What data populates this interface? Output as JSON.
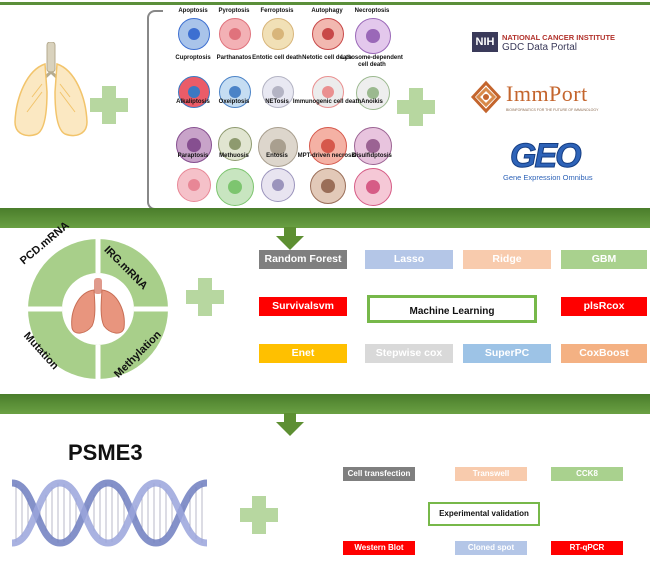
{
  "section1": {
    "cell_types": [
      {
        "label": "Apoptosis",
        "color": "#a9c4ea",
        "nucleus": "#3d6fd1"
      },
      {
        "label": "Pyroptosis",
        "color": "#f3b1b5",
        "nucleus": "#e0727c"
      },
      {
        "label": "Ferroptosis",
        "color": "#f1e0b6",
        "nucleus": "#d8b57a"
      },
      {
        "label": "Autophagy",
        "color": "#f2b8b0",
        "nucleus": "#c84848"
      },
      {
        "label": "Necroptosis",
        "color": "#e3c8ec",
        "nucleus": "#9a68b8"
      },
      {
        "label": "Cuproptosis",
        "color": "#eb5c68",
        "nucleus": "#3c79c2"
      },
      {
        "label": "Parthanatos",
        "color": "#c5ddf2",
        "nucleus": "#4b83c7"
      },
      {
        "label": "Entotic cell death",
        "color": "#e8e8f2",
        "nucleus": "#b4b4c4"
      },
      {
        "label": "Netotic cell death",
        "color": "#ececec",
        "nucleus": "#ea9090"
      },
      {
        "label": "Lysosome-dependent cell death",
        "color": "#eeeeee",
        "nucleus": "#9bb98f"
      },
      {
        "label": "Alkaliptosis",
        "color": "#c8a3c9",
        "nucleus": "#864f90"
      },
      {
        "label": "Oxeiptosis",
        "color": "#e1e5d1",
        "nucleus": "#8e9a6f"
      },
      {
        "label": "NETosis",
        "color": "#ddd6cc",
        "nucleus": "#a99f8f"
      },
      {
        "label": "Immunogenic cell death",
        "color": "#f4b1a4",
        "nucleus": "#d6584b"
      },
      {
        "label": "Anoikis",
        "color": "#e8c4de",
        "nucleus": "#9b6393"
      },
      {
        "label": "Paraptosis",
        "color": "#f5c1c9",
        "nucleus": "#e88796"
      },
      {
        "label": "Methuosis",
        "color": "#c8e5c0",
        "nucleus": "#7dc56f"
      },
      {
        "label": "Entosis",
        "color": "#e8e4f0",
        "nucleus": "#9b94bc"
      },
      {
        "label": "MPT-driven necrosis",
        "color": "#e2c9b8",
        "nucleus": "#9a6e58"
      },
      {
        "label": "Disulfidptosis",
        "color": "#f5c8d6",
        "nucleus": "#d65c86"
      }
    ],
    "logos": {
      "nih": "NIH",
      "nci_line1": "NATIONAL CANCER INSTITUTE",
      "nci_line2": "GDC Data Portal",
      "immport": "ImmPort",
      "immport_tagline": "BIOINFORMATICS FOR THE FUTURE OF IMMUNOLOGY",
      "geo": "GEO",
      "geo_caption": "Gene Expression Omnibus"
    }
  },
  "section2": {
    "quadrants": [
      "PCD.mRNA",
      "IRG.mRNA",
      "Mutation",
      "Methylation"
    ],
    "center_label": "Machine Learning",
    "methods": [
      {
        "label": "Random Forest",
        "color": "#7f7f7f"
      },
      {
        "label": "Lasso",
        "color": "#b4c6e7"
      },
      {
        "label": "Ridge",
        "color": "#f8cbad"
      },
      {
        "label": "GBM",
        "color": "#a9d18e"
      },
      {
        "label": "Survivalsvm",
        "color": "#ff0000"
      },
      {
        "label": "plsRcox",
        "color": "#ff0000"
      },
      {
        "label": "Enet",
        "color": "#ffc000"
      },
      {
        "label": "Stepwise cox",
        "color": "#d9d9d9"
      },
      {
        "label": "SuperPC",
        "color": "#9dc3e6"
      },
      {
        "label": "CoxBoost",
        "color": "#f4b183"
      }
    ]
  },
  "section3": {
    "gene": "PSME3",
    "center_label": "Experimental validation",
    "experiments": [
      {
        "label": "Cell transfection",
        "color": "#7f7f7f"
      },
      {
        "label": "Transwell",
        "color": "#f8cbad"
      },
      {
        "label": "CCK8",
        "color": "#a9d18e"
      },
      {
        "label": "Western Blot",
        "color": "#ff0000"
      },
      {
        "label": "Cloned spot",
        "color": "#b4c6e7"
      },
      {
        "label": "RT-qPCR",
        "color": "#ff0000"
      }
    ]
  }
}
